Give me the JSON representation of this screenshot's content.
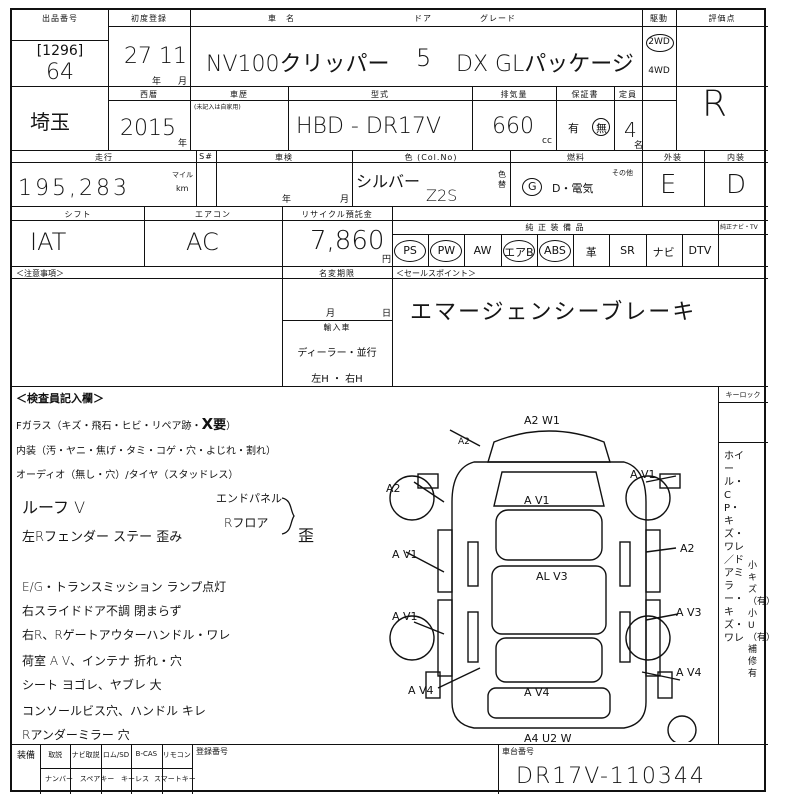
{
  "row1": {
    "lot_label": "出品番号",
    "lot_code": "[1296]",
    "lot_number": "64",
    "first_reg_label": "初度登録",
    "first_reg_value": "27 11",
    "year_unit": "年",
    "month_unit": "月",
    "name_label": "車　名",
    "door_label": "ドア",
    "grade_label": "グレード",
    "car_name": "NV100クリッパー",
    "doors": "5",
    "grade": "DX GLパッケージ",
    "drive_label": "駆動",
    "drive_2wd": "2WD",
    "drive_4wd": "4WD",
    "score_label": "評価点",
    "score": "R"
  },
  "row2": {
    "prefecture": "埼玉",
    "year_label": "西暦",
    "year_value": "2015",
    "year_unit": "年",
    "history_label": "車歴",
    "history_sub": "(未記入は自家用)",
    "model_label": "型式",
    "model_value": "HBD - DR17V",
    "cc_label": "排気量",
    "cc_value": "660",
    "cc_unit": "cc",
    "warranty_label": "保証書",
    "warranty_yes": "有",
    "warranty_no": "無",
    "capacity_label": "定員",
    "capacity_value": "4",
    "capacity_unit": "名"
  },
  "row3": {
    "mileage_label": "走行",
    "mileage_value": "195,283",
    "mile_unit": "マイル",
    "km_unit": "km",
    "swap_label": "S#",
    "inspection_label": "車検",
    "inspection_year": "年",
    "inspection_month": "月",
    "color_label": "色 (Col.No)",
    "color_value": "シルバー",
    "color_code": "Z2S",
    "color_sub": "色替",
    "fuel_label": "燃料",
    "fuel_g": "G",
    "fuel_rest": "D・電気",
    "fuel_other": "その他",
    "exterior_label": "外装",
    "exterior_value": "E",
    "interior_label": "内装",
    "interior_value": "D"
  },
  "row4": {
    "shift_label": "シフト",
    "shift_value": "IAT",
    "ac_label": "エアコン",
    "ac_value": "AC",
    "recycle_label": "リサイクル預託金",
    "recycle_value": "7,860",
    "recycle_unit": "円",
    "equip_label": "純 正 装 備 品",
    "nav_tv_label": "純正ナビ・TV",
    "options": [
      "PS",
      "PW",
      "AW",
      "エアB",
      "ABS",
      "革",
      "SR",
      "ナビ",
      "DTV"
    ]
  },
  "row5": {
    "notes_label": "＜注意事項＞",
    "title_label": "名変期限",
    "month_unit": "月",
    "day_unit": "日",
    "sales_label": "＜セールスポイント＞",
    "sales_point": "エマージェンシーブレーキ",
    "import_label": "輸入車",
    "import_dealer": "ディーラー・並行",
    "import_hand": "左H ・ 右H"
  },
  "inspector": {
    "heading": "＜検査員記入欄＞",
    "line1": "Fガラス（キズ・飛石・ヒビ・リペア跡・",
    "x_mark": "X",
    "need": "要",
    "interior_line": "内装（汚・ヤニ・焦げ・タミ・コゲ・穴・よじれ・割れ）",
    "audio_line": "オーディオ（無し・穴）/タイヤ（スタッドレス）",
    "notes": [
      "ルーフ V",
      "左Rフェンダー ステー 歪み",
      "E/G・トランスミッション ランプ点灯",
      "右スライドドア不調 閉まらず",
      "右R、Rゲートアウターハンドル・ワレ",
      "荷室 A V、インテナ 折れ・穴",
      "シート ヨゴレ、ヤブレ 大",
      "コンソールビス穴、ハンドル キレ",
      "Rアンダーミラー 穴"
    ],
    "note_panel": "エンドパネル",
    "note_ruflow": "Rフロア",
    "note_bracket_word": "歪"
  },
  "diagram": {
    "labels": [
      "A2 W1",
      "A2",
      "A2",
      "A V1",
      "A V1",
      "AL V3",
      "A V1",
      "A2",
      "A V3",
      "A V1",
      "A V4",
      "A V4",
      "A V4",
      "A4 U2 W"
    ],
    "keylock_label": "キーロック",
    "legend": "ホイール・CP・キズ・ワレ／ドアミラー・キズ・ワレ",
    "legend_sub": "小キズ（有）小U（有）補修有"
  },
  "footer": {
    "equip_label": "装備",
    "cells_top": [
      "取説",
      "ナビ取説",
      "ロム/SD",
      "B-CAS",
      "リモコン"
    ],
    "cells_bottom": [
      "ナンバー",
      "スペアキー",
      "キーレス",
      "スマートキー"
    ],
    "regnum_label": "登録番号",
    "chassis_label": "車台番号",
    "chassis_value": "DR17V-110344"
  }
}
